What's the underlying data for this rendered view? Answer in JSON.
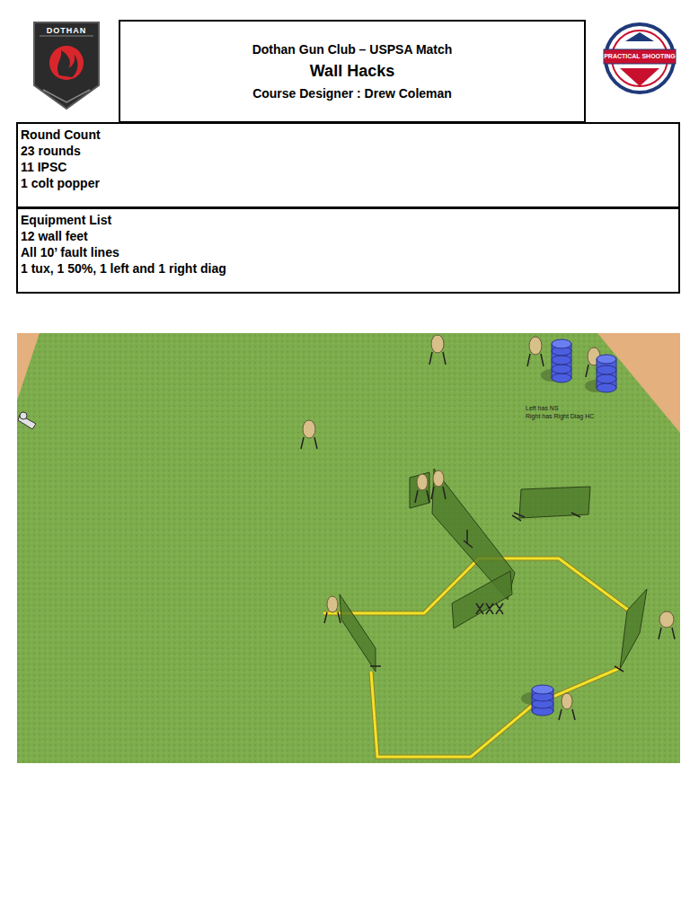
{
  "diagram": {
    "nodes": [
      {
        "text": [
          "Dothan Gun Club – USPSA Match",
          "Wall Hacks",
          "Course Designer : Drew Coleman"
        ]
      },
      {
        "text": [
          "Round Count",
          "23 rounds",
          "11 IPSC",
          "1 colt popper"
        ]
      },
      {
        "text": [
          "Equipment List",
          "12 wall feet",
          "All 10’ fault lines",
          "1 tux, 1 50%, 1 left and 1 right diag"
        ]
      }
    ],
    "labels": [
      "DOTHAN",
      "PRACTICAL SHOOTING",
      "Left has NS",
      "Right has Right Diag HC"
    ]
  }
}
